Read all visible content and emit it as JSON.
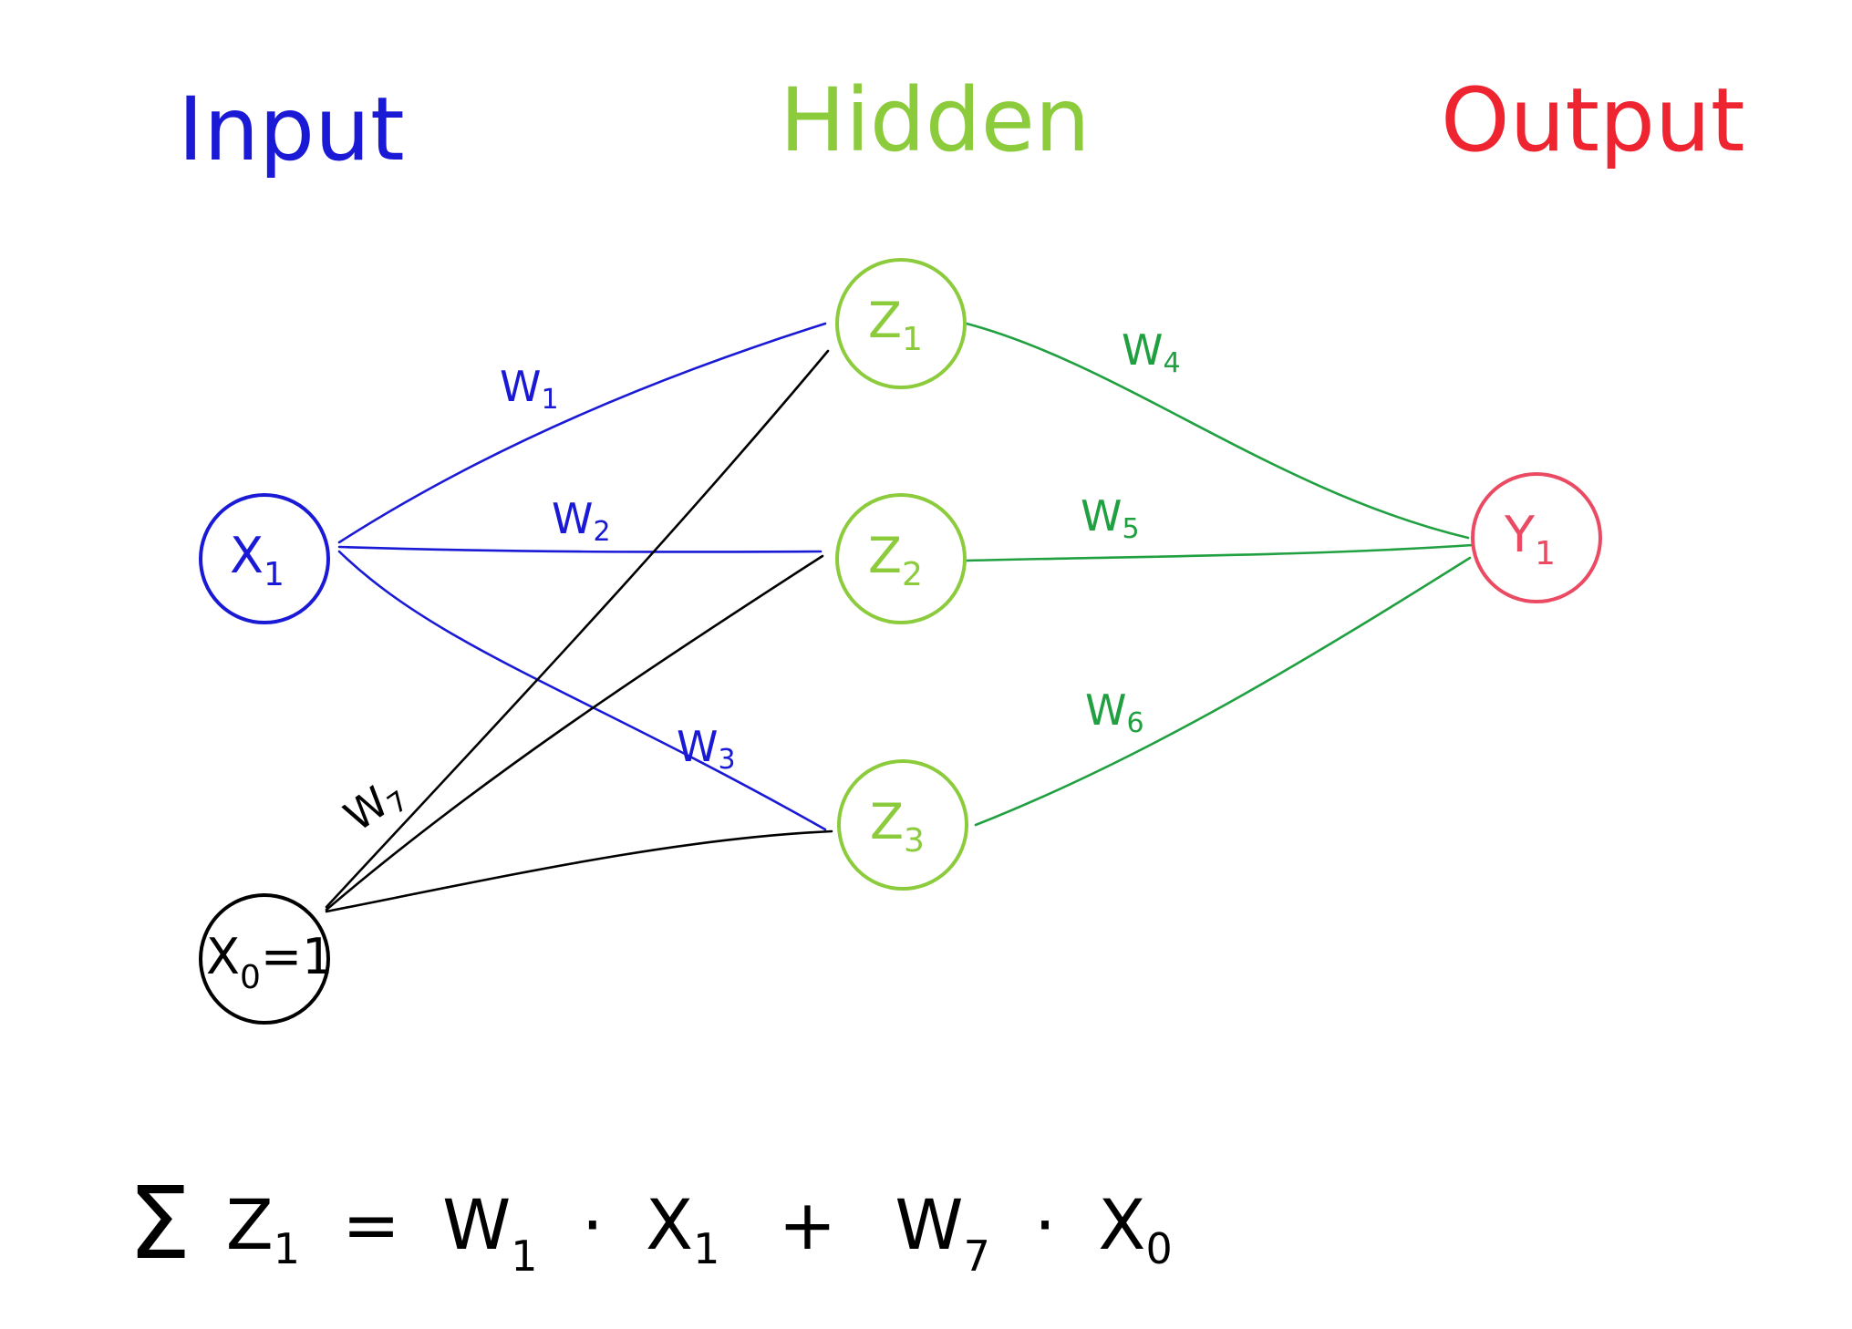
{
  "colors": {
    "input": "#1a1ad6",
    "hidden": "#8ccc3c",
    "output": "#ee2430",
    "output_node": "#ea4a62",
    "hidden_edge": "#20a040",
    "bias": "#000000"
  },
  "layers": {
    "input": "Input",
    "hidden": "Hidden",
    "output": "Output"
  },
  "nodes": {
    "x1": {
      "name": "X",
      "sub": "1"
    },
    "x0": {
      "name": "X",
      "sub": "0",
      "suffix": "=1"
    },
    "z1": {
      "name": "Z",
      "sub": "1"
    },
    "z2": {
      "name": "Z",
      "sub": "2"
    },
    "z3": {
      "name": "Z",
      "sub": "3"
    },
    "y1": {
      "name": "Y",
      "sub": "1"
    }
  },
  "weights": {
    "w1": {
      "name": "W",
      "sub": "1"
    },
    "w2": {
      "name": "W",
      "sub": "2"
    },
    "w3": {
      "name": "W",
      "sub": "3"
    },
    "w4": {
      "name": "W",
      "sub": "4"
    },
    "w5": {
      "name": "W",
      "sub": "5"
    },
    "w6": {
      "name": "W",
      "sub": "6"
    },
    "w7": {
      "name": "W",
      "sub": "7"
    }
  },
  "formula": {
    "sigma": "Σ",
    "lhs": "Z",
    "lhs_sub": "1",
    "equals": "=",
    "t1_w": "W",
    "t1_w_sub": "1",
    "dot": "·",
    "t1_x": "X",
    "t1_x_sub": "1",
    "plus": "+",
    "t2_w": "W",
    "t2_w_sub": "7",
    "t2_x": "X",
    "t2_x_sub": "0"
  }
}
